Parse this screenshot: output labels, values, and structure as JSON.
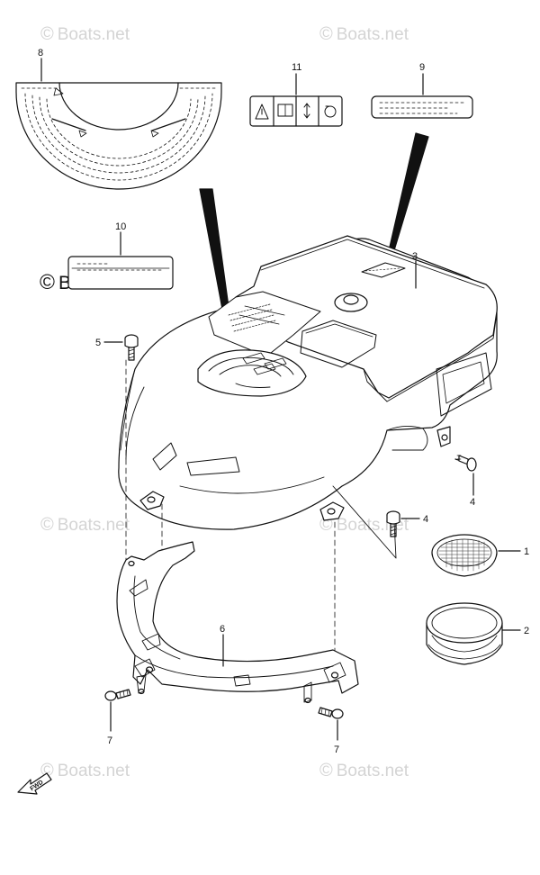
{
  "watermark": {
    "symbol": "©",
    "text": "Boats.net"
  },
  "callouts": [
    "1",
    "2",
    "3",
    "4",
    "4",
    "5",
    "6",
    "7",
    "7",
    "8",
    "9",
    "10",
    "11"
  ],
  "fwd_label": "FWD"
}
